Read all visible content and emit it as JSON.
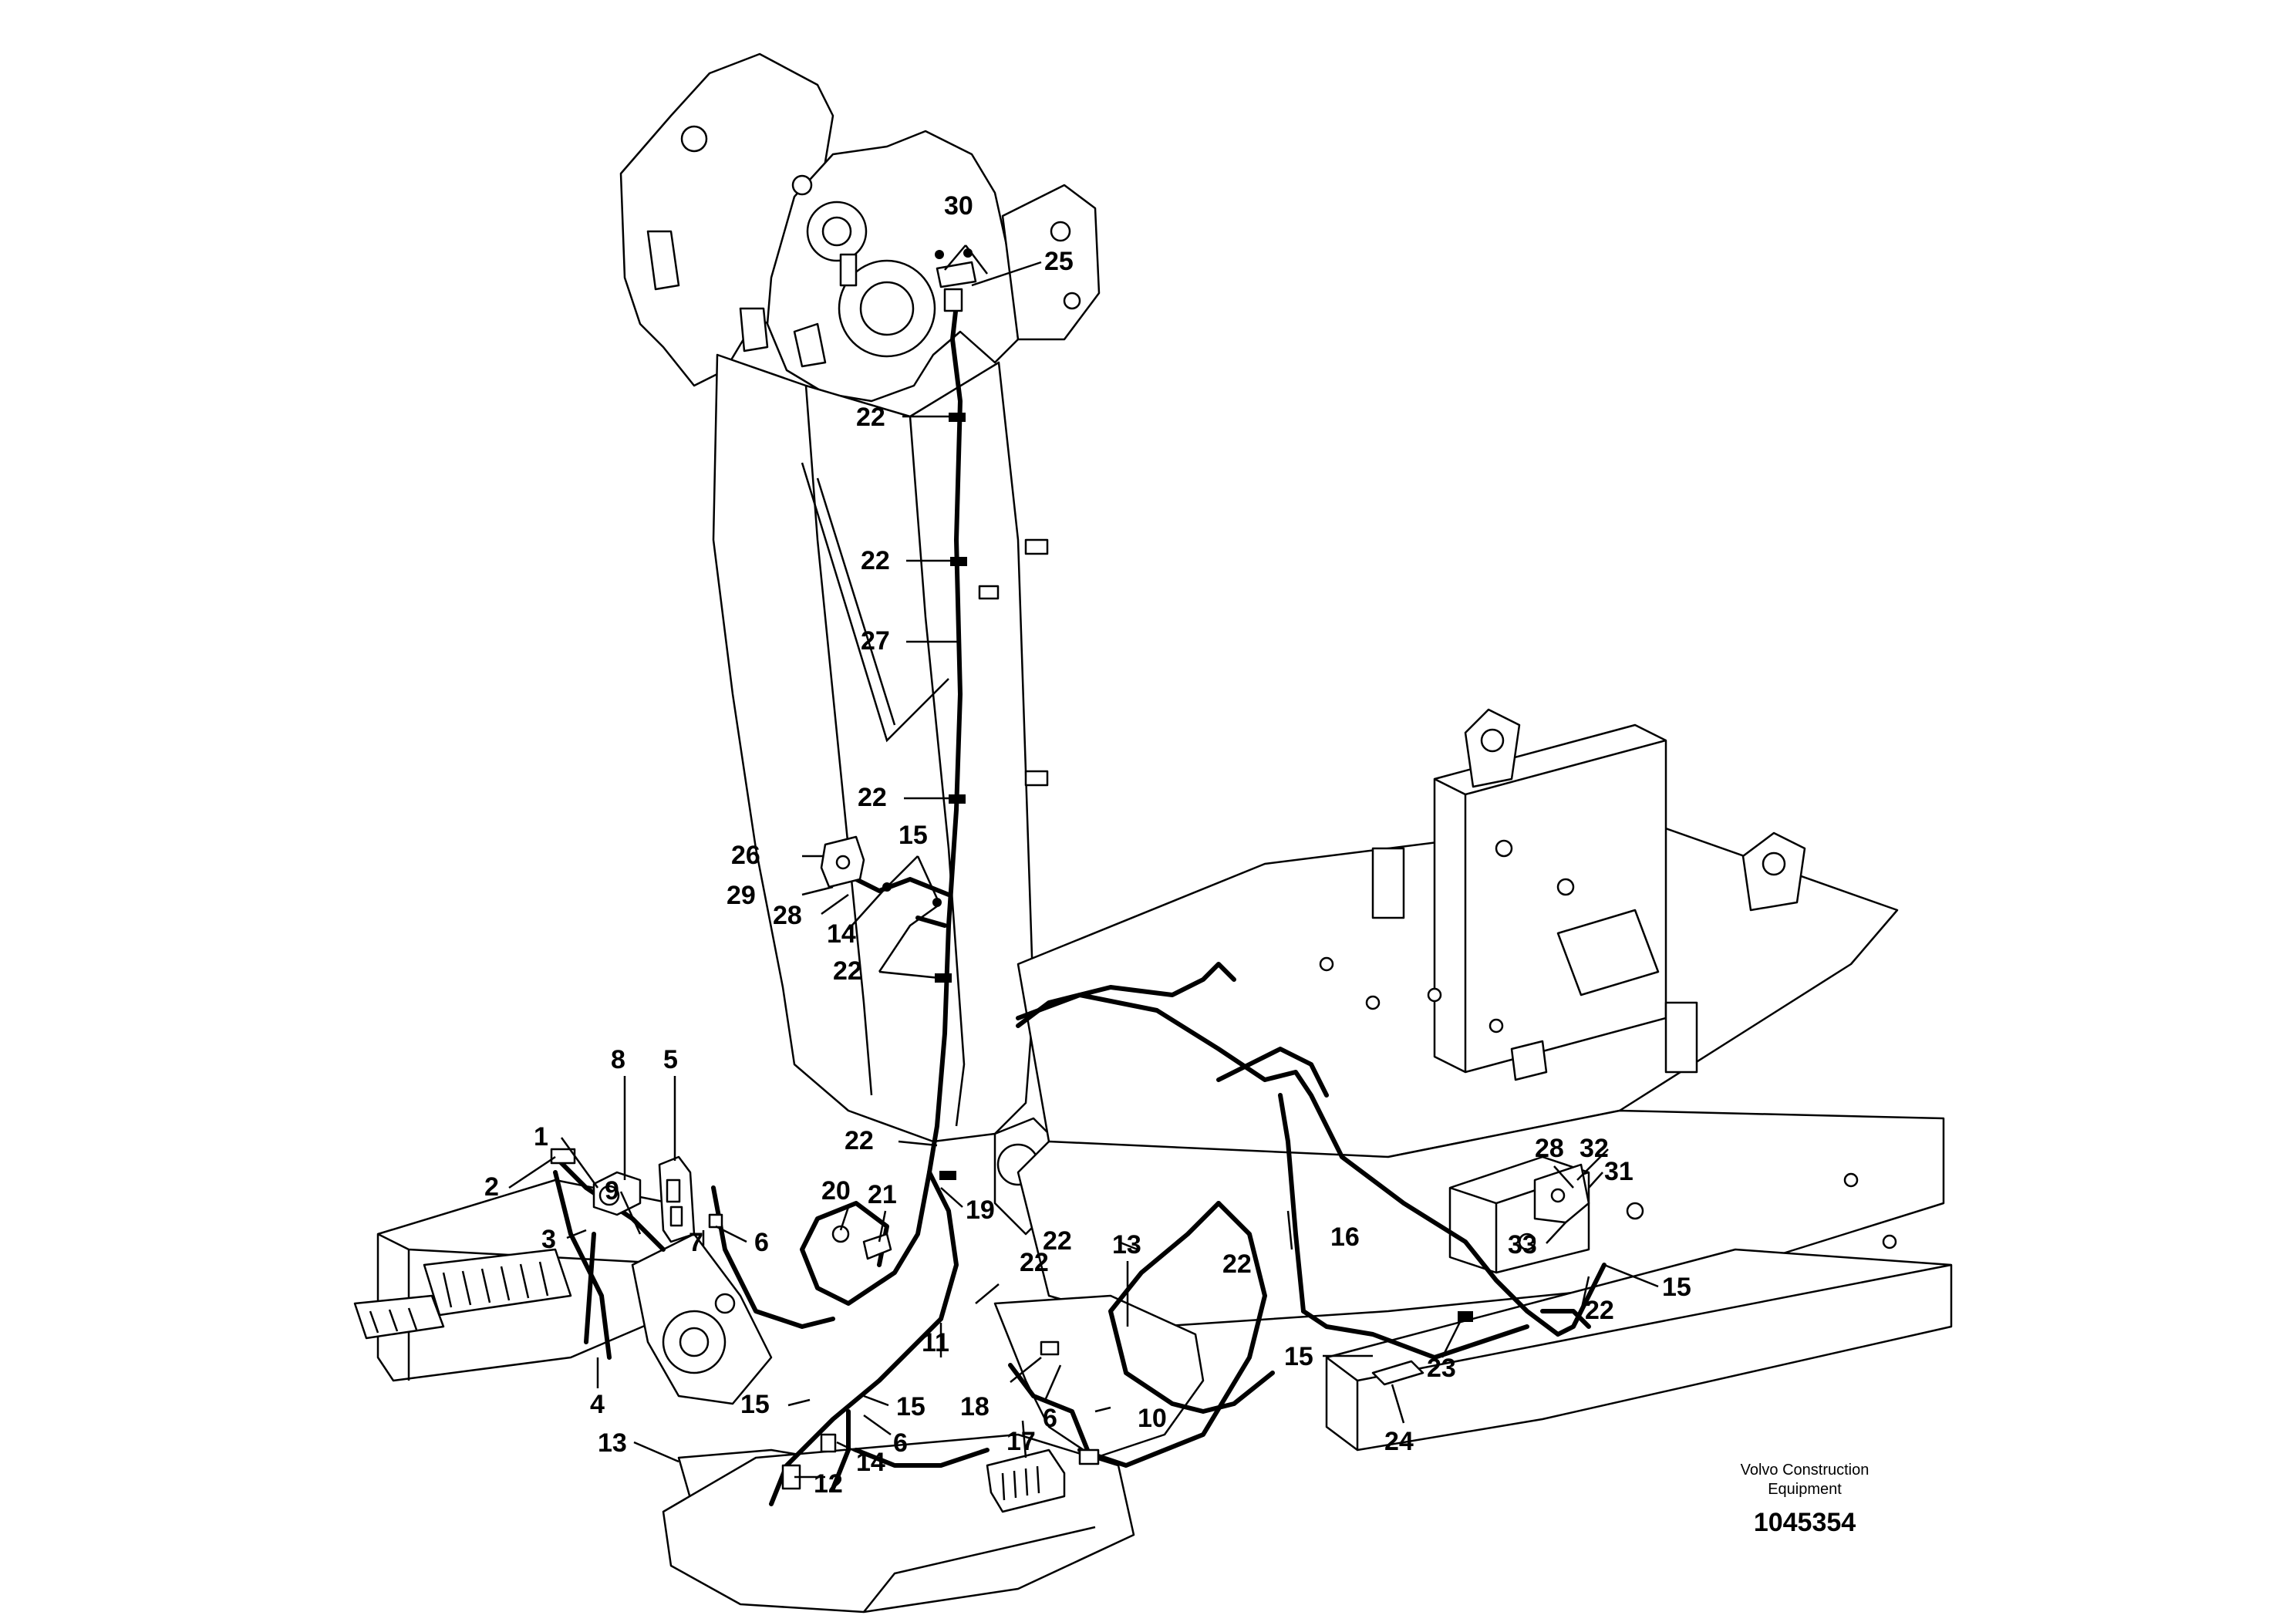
{
  "callouts": [
    {
      "id": "c30",
      "label": "30"
    },
    {
      "id": "c25",
      "label": "25"
    },
    {
      "id": "c22a",
      "label": "22"
    },
    {
      "id": "c22b",
      "label": "22"
    },
    {
      "id": "c27",
      "label": "27"
    },
    {
      "id": "c22c",
      "label": "22"
    },
    {
      "id": "c15a",
      "label": "15"
    },
    {
      "id": "c26",
      "label": "26"
    },
    {
      "id": "c29",
      "label": "29"
    },
    {
      "id": "c28a",
      "label": "28"
    },
    {
      "id": "c14a",
      "label": "14"
    },
    {
      "id": "c22d",
      "label": "22"
    },
    {
      "id": "c8",
      "label": "8"
    },
    {
      "id": "c5",
      "label": "5"
    },
    {
      "id": "c1",
      "label": "1"
    },
    {
      "id": "c2",
      "label": "2"
    },
    {
      "id": "c9",
      "label": "9"
    },
    {
      "id": "c6a",
      "label": "6"
    },
    {
      "id": "c7",
      "label": "7"
    },
    {
      "id": "c3",
      "label": "3"
    },
    {
      "id": "c22e",
      "label": "22"
    },
    {
      "id": "c20",
      "label": "20"
    },
    {
      "id": "c21",
      "label": "21"
    },
    {
      "id": "c19",
      "label": "19"
    },
    {
      "id": "c22f",
      "label": "22"
    },
    {
      "id": "c16",
      "label": "16"
    },
    {
      "id": "c28b",
      "label": "28"
    },
    {
      "id": "c32",
      "label": "32"
    },
    {
      "id": "c31",
      "label": "31"
    },
    {
      "id": "c33",
      "label": "33"
    },
    {
      "id": "c15b",
      "label": "15"
    },
    {
      "id": "c22g",
      "label": "22"
    },
    {
      "id": "c22h",
      "label": "22"
    },
    {
      "id": "c13a",
      "label": "13"
    },
    {
      "id": "c22i",
      "label": "22"
    },
    {
      "id": "c11",
      "label": "11"
    },
    {
      "id": "c4",
      "label": "4"
    },
    {
      "id": "c15c",
      "label": "15"
    },
    {
      "id": "c15d",
      "label": "15"
    },
    {
      "id": "c18",
      "label": "18"
    },
    {
      "id": "c6b",
      "label": "6"
    },
    {
      "id": "c10",
      "label": "10"
    },
    {
      "id": "c17",
      "label": "17"
    },
    {
      "id": "c13b",
      "label": "13"
    },
    {
      "id": "c14b",
      "label": "14"
    },
    {
      "id": "c12",
      "label": "12"
    },
    {
      "id": "c6c",
      "label": "6"
    },
    {
      "id": "c15e",
      "label": "15"
    },
    {
      "id": "c23",
      "label": "23"
    },
    {
      "id": "c24",
      "label": "24"
    }
  ],
  "stamp": {
    "line1": "Volvo Construction",
    "line2": "Equipment",
    "drawing_number": "1045354"
  }
}
